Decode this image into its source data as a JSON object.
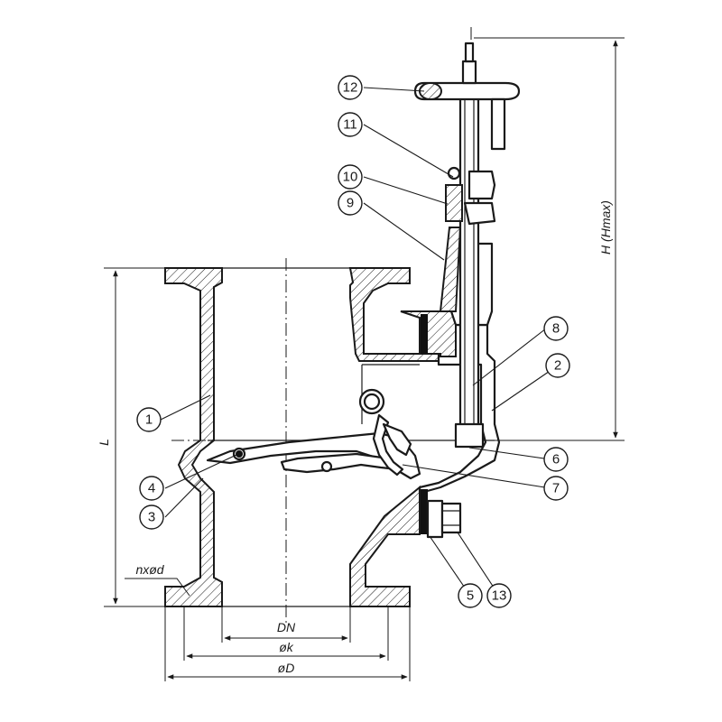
{
  "balloons": [
    {
      "label": "1"
    },
    {
      "label": "2"
    },
    {
      "label": "3"
    },
    {
      "label": "4"
    },
    {
      "label": "5"
    },
    {
      "label": "6"
    },
    {
      "label": "7"
    },
    {
      "label": "8"
    },
    {
      "label": "9"
    },
    {
      "label": "10"
    },
    {
      "label": "11"
    },
    {
      "label": "12"
    },
    {
      "label": "13"
    }
  ],
  "dimensions": {
    "dn": "DN",
    "k": "øk",
    "D": "øD",
    "L": "L",
    "H": "H  (Hmax)",
    "holes": "nxød"
  }
}
